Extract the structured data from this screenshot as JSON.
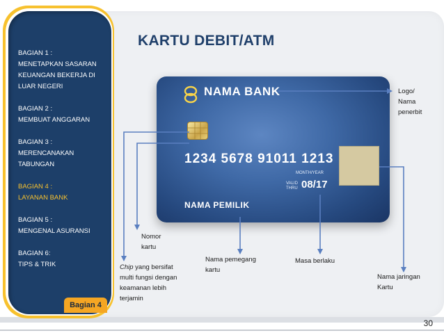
{
  "slide": {
    "title": "KARTU DEBIT/ATM",
    "page_number": "30",
    "badge": "Bagian 4"
  },
  "sidebar": {
    "items": [
      {
        "lines": [
          "BAGIAN 1 :",
          "MENETAPKAN SASARAN",
          "KEUANGAN BEKERJA DI",
          "LUAR NEGERI"
        ],
        "active": false
      },
      {
        "lines": [
          "BAGIAN 2 :",
          "MEMBUAT ANGGARAN"
        ],
        "active": false
      },
      {
        "lines": [
          "BAGIAN 3 :",
          "MERENCANAKAN",
          "TABUNGAN"
        ],
        "active": false
      },
      {
        "lines": [
          "BAGIAN 4 :",
          "LAYANAN BANK"
        ],
        "active": true
      },
      {
        "lines": [
          "BAGIAN 5 :",
          "MENGENAL ASURANSI"
        ],
        "active": false
      },
      {
        "lines": [
          "BAGIAN 6:",
          "TIPS & TRIK"
        ],
        "active": false
      }
    ]
  },
  "card": {
    "bank_name": "NAMA BANK",
    "number": "1234  5678  91011  1213",
    "month_year_label": "MONTH/YEAR",
    "valid_label_1": "VALID",
    "valid_label_2": "THRU",
    "expiry": "08/17",
    "holder": "NAMA PEMILIK"
  },
  "labels": {
    "logo": [
      "Logo/",
      "Nama",
      "penerbit"
    ],
    "number": [
      "Nomor",
      "kartu"
    ],
    "chip_em": "Chip",
    "chip_rest": " yang bersifat",
    "chip_lines": [
      "multi fungsi dengan",
      "keamanan lebih",
      "terjamin"
    ],
    "holder": [
      "Nama pemegang",
      "kartu"
    ],
    "expiry": "Masa berlaku",
    "network": [
      "Nama jaringan",
      "Kartu"
    ]
  },
  "colors": {
    "sidebar": "#1d3f69",
    "sidebar_border": "#f7c12e",
    "active_item": "#f7c12e",
    "title": "#1f3f6a",
    "badge": "#f5a623",
    "connector": "#5a7fc0"
  }
}
